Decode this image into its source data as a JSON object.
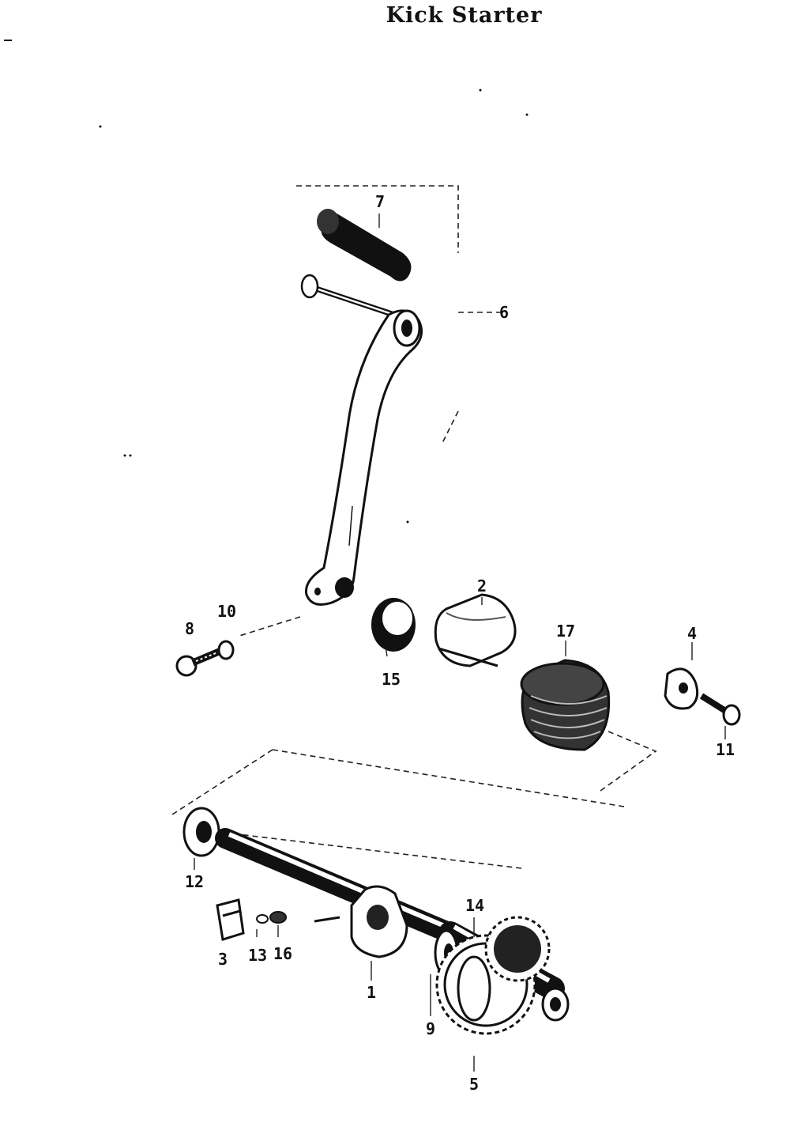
{
  "title": "Kick Starter",
  "callouts": {
    "p1": "1",
    "p2": "2",
    "p3": "3",
    "p4": "4",
    "p5": "5",
    "p6": "6",
    "p7": "7",
    "p8": "8",
    "p9": "9",
    "p10": "10",
    "p11": "11",
    "p12": "12",
    "p13": "13",
    "p14": "14",
    "p15": "15",
    "p16": "16",
    "p17": "17"
  }
}
